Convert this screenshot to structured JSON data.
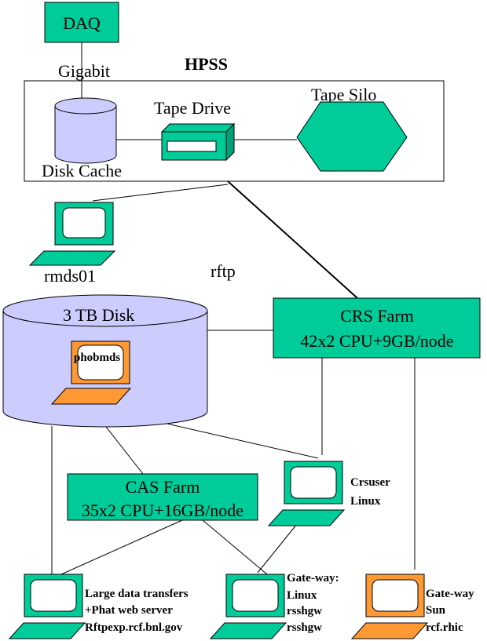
{
  "colors": {
    "green": "#00cc99",
    "orange": "#ff9933",
    "lavender": "#ccccff",
    "line": "#000000"
  },
  "nodes": {
    "daq": "DAQ",
    "hpss": "HPSS",
    "gigabit": "Gigabit",
    "disk_cache": "Disk Cache",
    "tape_drive": "Tape Drive",
    "tape_silo": "Tape Silo",
    "rmds01": "rmds01",
    "rftp": "rftp",
    "disk_3tb": "3 TB Disk",
    "phobmds": "phobmds",
    "crs_farm": {
      "line1": "CRS Farm",
      "line2": "42x2 CPU+9GB/node"
    },
    "cas_farm": {
      "line1": "CAS Farm",
      "line2": "35x2 CPU+16GB/node"
    },
    "crsuser": {
      "line1": "Crsuser",
      "line2": "Linux"
    },
    "rftpexp": {
      "line1": "Large data transfers",
      "line2": "+Phat web server",
      "line3": "Rftpexp.rcf.bnl.gov"
    },
    "rsshgw": {
      "line1": "Gate-way:",
      "line2": "Linux",
      "line3": "rsshgw",
      "line4": "rsshgw"
    },
    "rcf_rhic": {
      "line1": "Gate-way",
      "line2": "Sun",
      "line3": "rcf.rhic"
    }
  },
  "icons": [
    "computer-icon",
    "disk-cylinder-icon",
    "tape-drive-icon",
    "hexagon-silo-icon"
  ]
}
